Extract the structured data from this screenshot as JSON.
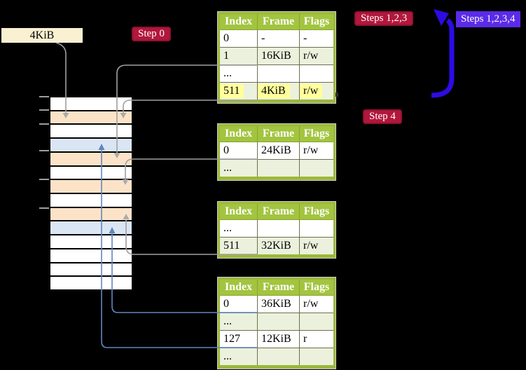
{
  "legend_box": {
    "label": "4KiB"
  },
  "step_labels": {
    "step0": "Step 0",
    "steps123": "Steps 1,2,3",
    "steps1234": "Steps 1,2,3,4",
    "step4": "Step 4"
  },
  "memory_column": {
    "rows": [
      {
        "type": "empty"
      },
      {
        "type": "page-table"
      },
      {
        "type": "empty"
      },
      {
        "type": "mapped"
      },
      {
        "type": "page-table"
      },
      {
        "type": "empty"
      },
      {
        "type": "page-table"
      },
      {
        "type": "empty"
      },
      {
        "type": "page-table"
      },
      {
        "type": "mapped"
      },
      {
        "type": "empty"
      },
      {
        "type": "empty"
      },
      {
        "type": "empty"
      },
      {
        "type": "empty"
      }
    ]
  },
  "page_tables": [
    {
      "headers": [
        "Index",
        "Frame",
        "Flags"
      ],
      "rows": [
        {
          "cells": [
            "0",
            "-",
            "-"
          ],
          "highlighted": false
        },
        {
          "cells": [
            "1",
            "16KiB",
            "r/w"
          ],
          "highlighted": false
        },
        {
          "cells": [
            "...",
            "",
            ""
          ],
          "highlighted": false
        },
        {
          "cells": [
            "511",
            "4KiB",
            "r/w"
          ],
          "highlighted": true
        }
      ]
    },
    {
      "headers": [
        "Index",
        "Frame",
        "Flags"
      ],
      "rows": [
        {
          "cells": [
            "0",
            "24KiB",
            "r/w"
          ],
          "highlighted": false
        },
        {
          "cells": [
            "...",
            "",
            ""
          ],
          "highlighted": false
        }
      ]
    },
    {
      "headers": [
        "Index",
        "Frame",
        "Flags"
      ],
      "rows": [
        {
          "cells": [
            "...",
            "",
            ""
          ],
          "highlighted": false
        },
        {
          "cells": [
            "511",
            "32KiB",
            "r/w"
          ],
          "highlighted": false
        }
      ]
    },
    {
      "headers": [
        "Index",
        "Frame",
        "Flags"
      ],
      "rows": [
        {
          "cells": [
            "0",
            "36KiB",
            "r/w"
          ],
          "highlighted": false
        },
        {
          "cells": [
            "...",
            "",
            ""
          ],
          "highlighted": false
        },
        {
          "cells": [
            "127",
            "12KiB",
            "r"
          ],
          "highlighted": false
        },
        {
          "cells": [
            "...",
            "",
            ""
          ],
          "highlighted": false
        }
      ]
    }
  ],
  "connections": [
    {
      "from": "legend-4kib-box",
      "to": "memory-row-2",
      "style": "gray"
    },
    {
      "from": "table-1-row-1",
      "to": "memory-row-5",
      "style": "gray"
    },
    {
      "from": "table-1-row-511",
      "to": "memory-row-2",
      "style": "gray"
    },
    {
      "from": "table-2-row-0",
      "to": "memory-row-7",
      "style": "gray"
    },
    {
      "from": "table-3-row-511",
      "to": "memory-row-9",
      "style": "gray"
    },
    {
      "from": "table-4-row-0",
      "to": "memory-row-10",
      "style": "steel-blue"
    },
    {
      "from": "table-4-row-127",
      "to": "memory-row-4",
      "style": "steel-blue"
    },
    {
      "from": "steps-1-2-3-4-label",
      "to": "table-1",
      "style": "thick-blue"
    }
  ],
  "colors": {
    "background": "#000000",
    "table_header": "#a2c43f",
    "table_border": "#9cb83c",
    "row_shade": "#ebf1dc",
    "highlight": "#ffff9c",
    "frame_page_table": "#fce3c8",
    "frame_mapped": "#dbe6f5",
    "frame_empty": "#ffffff",
    "label_red": "#b2173c",
    "label_blue": "#5a2be8",
    "arrow_gray": "#a0a0a0",
    "arrow_steel_blue": "#6286bd",
    "arrow_thick_blue": "#2d0ce2",
    "legend_box_bg": "#faf0d2"
  }
}
